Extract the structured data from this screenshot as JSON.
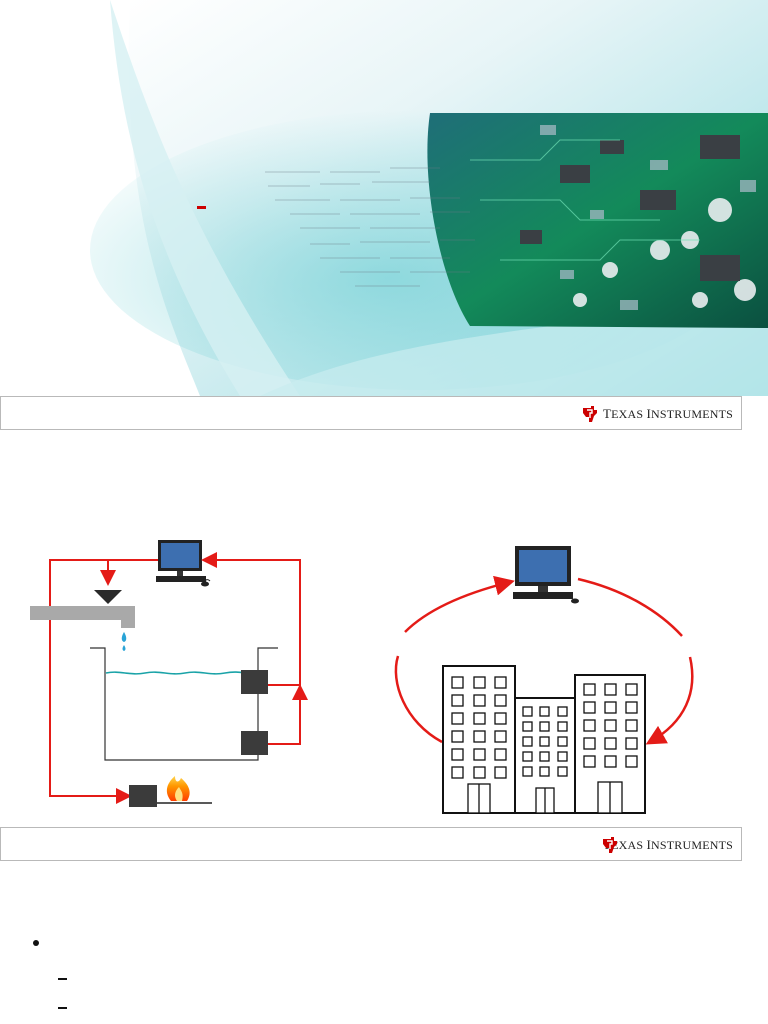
{
  "brand": {
    "name_first": "T",
    "name_first_rest": "EXAS",
    "name_second": "I",
    "name_second_rest": "NSTRUMENTS",
    "accent_color": "#cc0000",
    "teal_color": "#1aa3a8"
  },
  "slides": [
    {
      "id": "title-slide",
      "icons": [
        "pcb-image",
        "math-formulas",
        "ti-logo-icon"
      ]
    },
    {
      "id": "control-diagram-slide",
      "icons": [
        "computer-icon",
        "valve-icon",
        "water-drop-icon",
        "sensor-box-icon",
        "flame-icon",
        "building-icon"
      ]
    },
    {
      "id": "bullet-slide",
      "icons": [
        "bullet-dot",
        "dash-marker"
      ]
    }
  ]
}
